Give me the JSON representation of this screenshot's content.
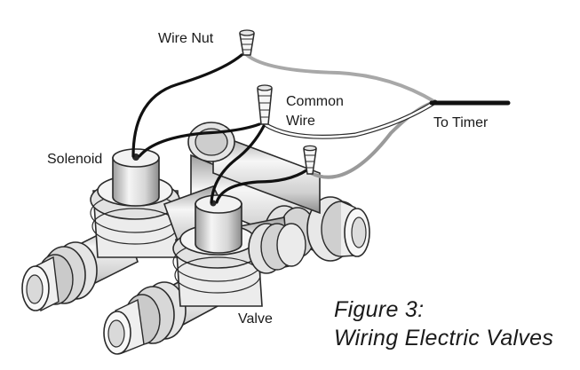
{
  "labels": {
    "wire_nut": "Wire Nut",
    "common_wire_line1": "Common",
    "common_wire_line2": "Wire",
    "to_timer": "To Timer",
    "solenoid": "Solenoid",
    "valve": "Valve"
  },
  "caption": {
    "line1": "Figure 3:",
    "line2": "Wiring Electric Valves"
  },
  "colors": {
    "outline": "#2a2a2a",
    "body_fill": "#f3f3f3",
    "shade": "#c8c8c8",
    "wire_black": "#111111",
    "wire_gray": "#9a9a9a",
    "wire_white": "#ffffff"
  }
}
